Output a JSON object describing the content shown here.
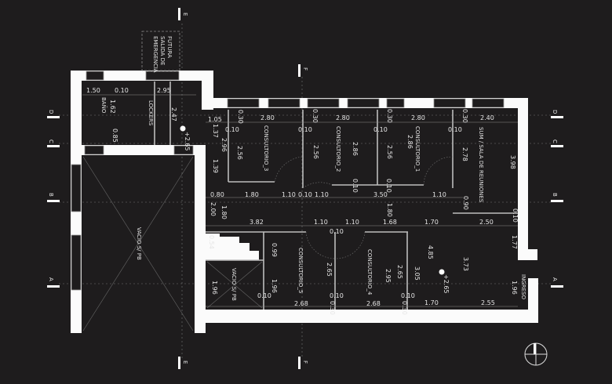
{
  "rooms": {
    "bano": "BAÑO",
    "lockers": "LOCKERS",
    "consultorio_3": "CONSULTORIO_3",
    "consultorio_2": "CONSULTORIO_2",
    "consultorio_1": "CONSULTORIO_1",
    "sum": "SUM / SALA DE REUNIONES",
    "vacio_big": "VACIO S/ PB",
    "vacio_small": "VACIO S/ PB",
    "consultorio_5": "CONSULTORIO_5",
    "consultorio_4": "CONSULTORIO_4",
    "ingreso": "INGRESO",
    "salida": [
      "FUTURA",
      "SALIDA DE",
      "EMERGENCIA"
    ]
  },
  "sections": {
    "a": "A",
    "b": "B",
    "c": "C",
    "d": "D",
    "e": "E",
    "f": "F"
  },
  "levels": [
    "+2.65",
    "+2.65"
  ],
  "dims": [
    "1.50",
    "0.10",
    "2.95",
    "1.62",
    "2.47",
    "0.85",
    "1.05",
    "1.37",
    "0.10",
    "2.96",
    "2.56",
    "0.30",
    "2.80",
    "1.39",
    "0.30",
    "2.80",
    "0.10",
    "2.56",
    "2.86",
    "0.30",
    "2.80",
    "0.10",
    "2.56",
    "2.86",
    "0.30",
    "2.40",
    "0.10",
    "2.78",
    "3.98",
    "0.10",
    "0.10",
    "0.80",
    "1.80",
    "1.10",
    "0.10",
    "1.10",
    "3.50",
    "1.10",
    "0.90",
    "0.10",
    "2.00",
    "1.80",
    "1.80",
    "3.82",
    "1.10",
    "1.10",
    "1.68",
    "1.70",
    "2.50",
    "0.10",
    "0.54",
    "0.99",
    "2.65",
    "2.95",
    "2.65",
    "3.05",
    "4.85",
    "3.73",
    "1.77",
    "1.96",
    "1.96",
    "1.96",
    "0.10",
    "0.10",
    "0.10",
    "2.68",
    "2.68",
    "1.70",
    "2.55",
    "0.30",
    "0.30"
  ]
}
